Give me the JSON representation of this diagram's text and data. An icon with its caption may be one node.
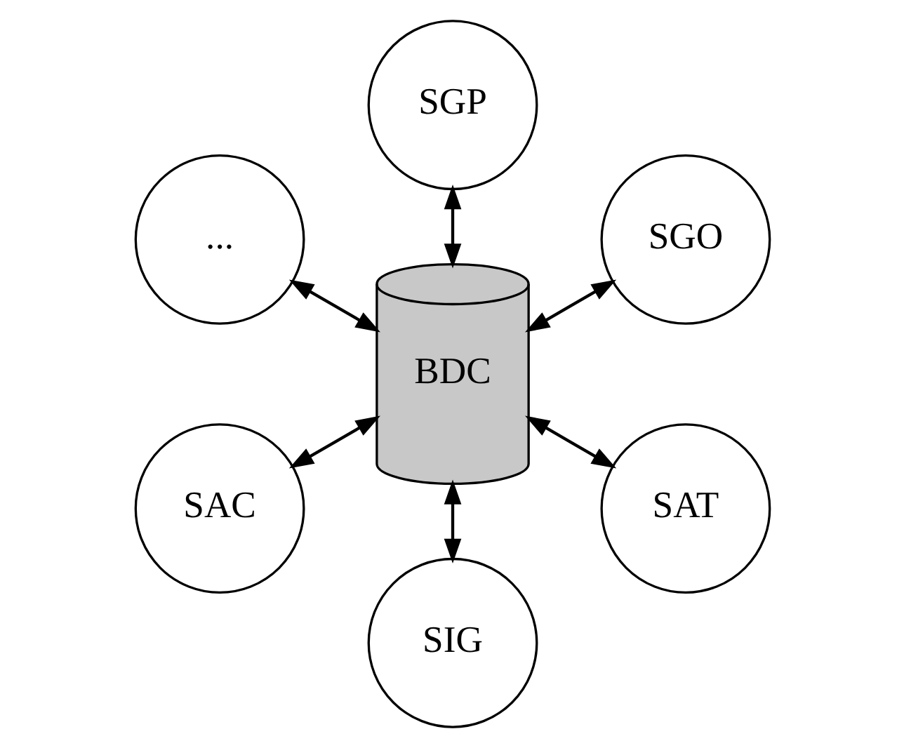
{
  "diagram": {
    "nodes": [
      {
        "text": [
          "SGO"
        ]
      },
      {
        "text": [
          "SGP"
        ]
      },
      {
        "text": [
          "..."
        ]
      },
      {
        "text": [
          "BDC"
        ]
      },
      {
        "text": [
          "SAC"
        ]
      },
      {
        "text": [
          "SIG"
        ]
      },
      {
        "text": [
          "SAT"
        ]
      }
    ],
    "edges": [
      {
        "from": 3,
        "to": 0,
        "arrow": "both"
      },
      {
        "from": 3,
        "to": 1,
        "arrow": "both"
      },
      {
        "from": 3,
        "to": 2,
        "arrow": "both"
      },
      {
        "from": 3,
        "to": 4,
        "arrow": "both"
      },
      {
        "from": 3,
        "to": 5,
        "arrow": "both"
      },
      {
        "from": 3,
        "to": 6,
        "arrow": "both"
      }
    ]
  }
}
